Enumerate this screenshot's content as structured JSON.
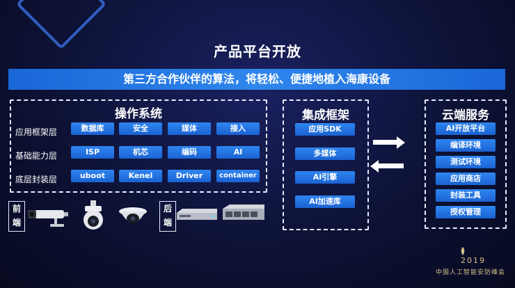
{
  "title": "产品平台开放",
  "banner": "第三方合作伙伴的算法，将轻松、便捷地植入海康设备",
  "os_box": {
    "title": "操作系统",
    "rows": [
      {
        "label": "应用框架层",
        "chips": [
          "数据库",
          "安全",
          "媒体",
          "接入"
        ]
      },
      {
        "label": "基础能力层",
        "chips": [
          "ISP",
          "机芯",
          "编码",
          "AI"
        ]
      },
      {
        "label": "底层封装层",
        "chips": [
          "uboot",
          "Kenel",
          "Driver",
          "container"
        ]
      }
    ]
  },
  "integration_box": {
    "title": "集成框架",
    "chips": [
      "应用SDK",
      "多媒体",
      "AI引擎",
      "AI加速库"
    ]
  },
  "cloud_box": {
    "title": "云端服务",
    "chips": [
      "AI开放平台",
      "编译环境",
      "测试环境",
      "应用商店",
      "封装工具",
      "授权管理"
    ]
  },
  "devices": {
    "front_label": "前端",
    "back_label": "后端",
    "icons": [
      "bullet-camera-icon",
      "ptz-dome-camera-icon",
      "dome-camera-icon",
      "nvr-icon",
      "dvr-rack-icon"
    ]
  },
  "footer": {
    "year": "2019",
    "org": "中国人工智能安防峰会"
  },
  "colors": {
    "background": "#0d1236",
    "chip": "#2476e4",
    "banner": "#2a7de6",
    "footer": "#d8c08a"
  }
}
